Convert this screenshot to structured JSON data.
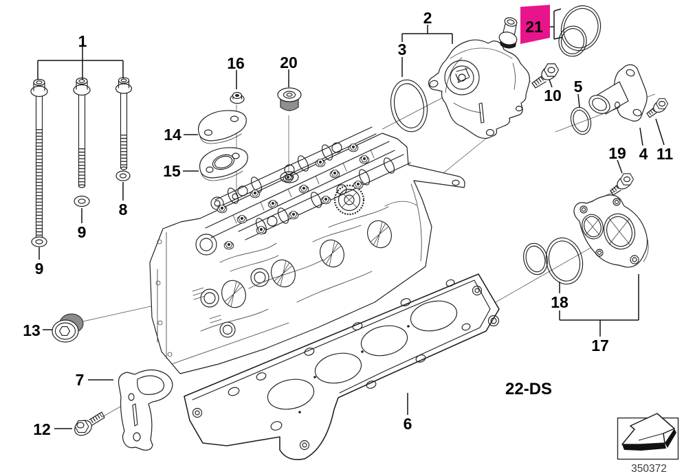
{
  "diagram": {
    "section_code": "22-DS",
    "drawing_number": "350372",
    "background_color": "#ffffff",
    "line_color": "#1f1f1f",
    "highlight_color": "#E8148C",
    "highlighted_callout": "21",
    "nav_icon": "previous-diagram-arrow",
    "callouts": {
      "c1": "1",
      "c2": "2",
      "c3": "3",
      "c4": "4",
      "c5": "5",
      "c6": "6",
      "c7": "7",
      "c8": "8",
      "c9a": "9",
      "c9b": "9",
      "c10": "10",
      "c11": "11",
      "c12": "12",
      "c13": "13",
      "c14": "14",
      "c15": "15",
      "c16": "16",
      "c17": "17",
      "c18": "18",
      "c19": "19",
      "c20": "20",
      "c21": "21"
    }
  }
}
